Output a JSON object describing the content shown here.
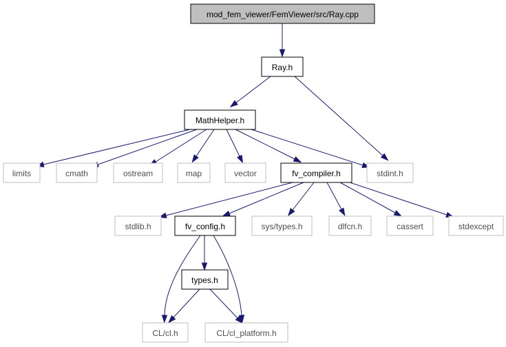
{
  "colors": {
    "root_fill": "#bfbfbf",
    "edge": "#191970",
    "external_border": "#bfbfbf",
    "internal_border": "#000000"
  },
  "nodes": {
    "ray_cpp": {
      "label": "mod_fem_viewer/FemViewer/src/Ray.cpp",
      "kind": "root"
    },
    "ray_h": {
      "label": "Ray.h",
      "kind": "internal"
    },
    "mathhelper_h": {
      "label": "MathHelper.h",
      "kind": "internal"
    },
    "limits": {
      "label": "limits",
      "kind": "external"
    },
    "cmath": {
      "label": "cmath",
      "kind": "external"
    },
    "ostream": {
      "label": "ostream",
      "kind": "external"
    },
    "map": {
      "label": "map",
      "kind": "external"
    },
    "vector": {
      "label": "vector",
      "kind": "external"
    },
    "fv_compiler_h": {
      "label": "fv_compiler.h",
      "kind": "internal"
    },
    "stdint_h": {
      "label": "stdint.h",
      "kind": "external"
    },
    "stdlib_h": {
      "label": "stdlib.h",
      "kind": "external"
    },
    "fv_config_h": {
      "label": "fv_config.h",
      "kind": "internal"
    },
    "sys_types_h": {
      "label": "sys/types.h",
      "kind": "external"
    },
    "dlfcn_h": {
      "label": "dlfcn.h",
      "kind": "external"
    },
    "cassert": {
      "label": "cassert",
      "kind": "external"
    },
    "stdexcept": {
      "label": "stdexcept",
      "kind": "external"
    },
    "types_h": {
      "label": "types.h",
      "kind": "internal"
    },
    "cl_cl_h": {
      "label": "CL/cl.h",
      "kind": "external"
    },
    "cl_platform_h": {
      "label": "CL/cl_platform.h",
      "kind": "external"
    }
  },
  "edges": [
    [
      "ray_cpp",
      "ray_h"
    ],
    [
      "ray_h",
      "mathhelper_h"
    ],
    [
      "ray_h",
      "stdint_h"
    ],
    [
      "mathhelper_h",
      "limits"
    ],
    [
      "mathhelper_h",
      "cmath"
    ],
    [
      "mathhelper_h",
      "ostream"
    ],
    [
      "mathhelper_h",
      "map"
    ],
    [
      "mathhelper_h",
      "vector"
    ],
    [
      "mathhelper_h",
      "fv_compiler_h"
    ],
    [
      "mathhelper_h",
      "stdint_h"
    ],
    [
      "fv_compiler_h",
      "stdlib_h"
    ],
    [
      "fv_compiler_h",
      "fv_config_h"
    ],
    [
      "fv_compiler_h",
      "sys_types_h"
    ],
    [
      "fv_compiler_h",
      "dlfcn_h"
    ],
    [
      "fv_compiler_h",
      "cassert"
    ],
    [
      "fv_compiler_h",
      "stdexcept"
    ],
    [
      "fv_config_h",
      "types_h"
    ],
    [
      "fv_config_h",
      "cl_cl_h"
    ],
    [
      "fv_config_h",
      "cl_platform_h"
    ],
    [
      "types_h",
      "cl_cl_h"
    ],
    [
      "types_h",
      "cl_platform_h"
    ]
  ]
}
